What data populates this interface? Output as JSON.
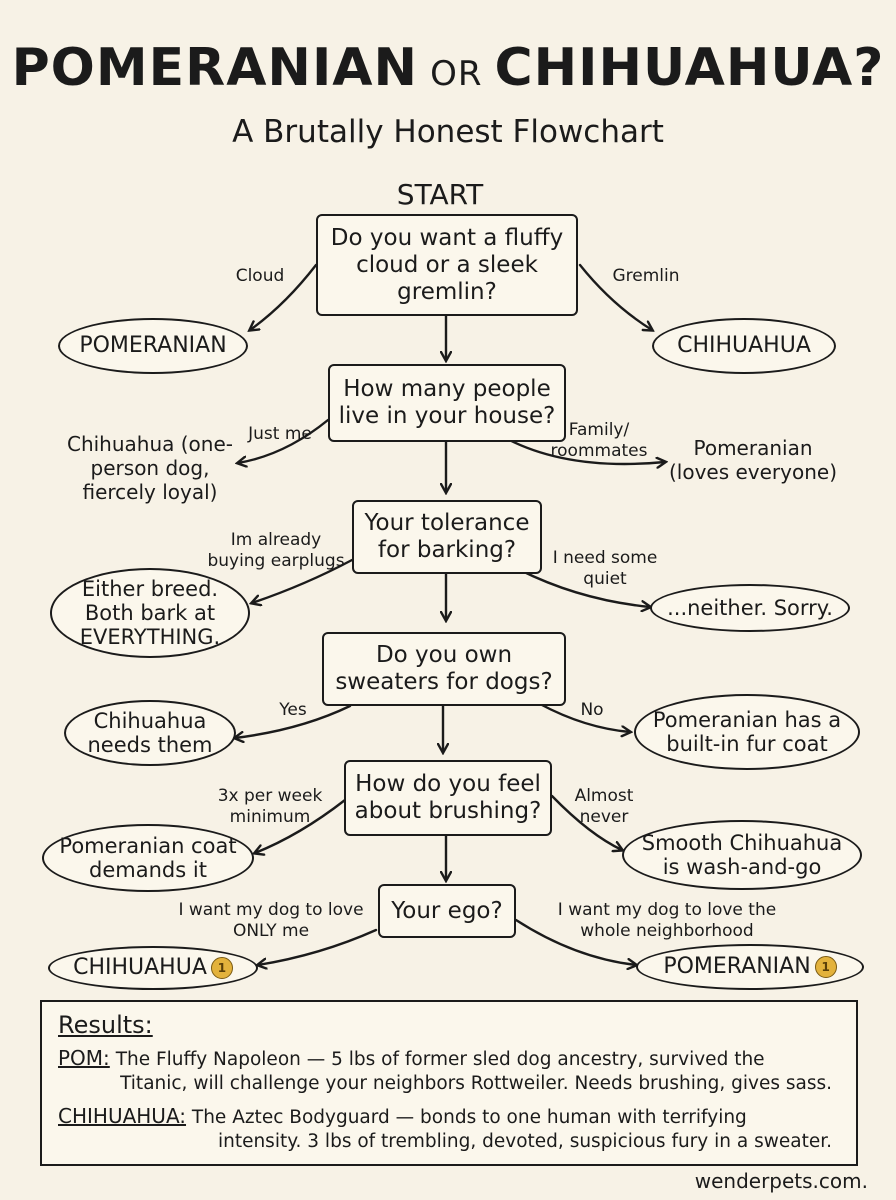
{
  "title": {
    "part1": "POMERANIAN",
    "or": "OR",
    "part2": "CHIHUAHUA?"
  },
  "subtitle": "A Brutally Honest Flowchart",
  "start": "START",
  "questions": [
    "Do you want a fluffy cloud or a sleek gremlin?",
    "How many people live in your house?",
    "Your tolerance for barking?",
    "Do you own sweaters for dogs?",
    "How do you feel about brushing?",
    "Your ego?"
  ],
  "q1": {
    "left_label": "Cloud",
    "left_result": "POMERANIAN",
    "right_label": "Gremlin",
    "right_result": "CHIHUAHUA"
  },
  "q2": {
    "left_label": "Just me",
    "left_result": "Chihuahua (one-person dog, fiercely loyal)",
    "right_label": "Family/ roommates",
    "right_result": "Pomeranian (loves everyone)"
  },
  "q3": {
    "left_label": "Im already buying earplugs",
    "left_result": "Either breed. Both bark at EVERYTHING.",
    "right_label": "I need some quiet",
    "right_result": "...neither. Sorry."
  },
  "q4": {
    "left_label": "Yes",
    "left_result": "Chihuahua needs them",
    "right_label": "No",
    "right_result": "Pomeranian has a built-in fur coat"
  },
  "q5": {
    "left_label": "3x per week minimum",
    "left_result": "Pomeranian coat demands it",
    "right_label": "Almost never",
    "right_result": "Smooth Chihuahua is wash-and-go"
  },
  "q6": {
    "left_label": "I want my dog to love ONLY me",
    "left_result": "CHIHUAHUA",
    "right_label": "I want my dog to love the whole neighborhood",
    "right_result": "POMERANIAN",
    "medal_icon": "gold-medal-icon"
  },
  "results": {
    "heading": "Results:",
    "pom": {
      "name": "POM:",
      "line1": "The Fluffy Napoleon — 5 lbs of former sled dog ancestry, survived the",
      "line2": "Titanic, will challenge your neighbors Rottweiler. Needs brushing, gives sass."
    },
    "chi": {
      "name": "CHIHUAHUA:",
      "line1": "The Aztec Bodyguard — bonds to one human with terrifying",
      "line2": "intensity. 3 lbs of trembling, devoted, suspicious fury in a sweater."
    }
  },
  "site": "wenderpets.com.",
  "colors": {
    "background": "#f7f2e6",
    "ink": "#1b1b1b",
    "medal": "#e3b23c"
  }
}
